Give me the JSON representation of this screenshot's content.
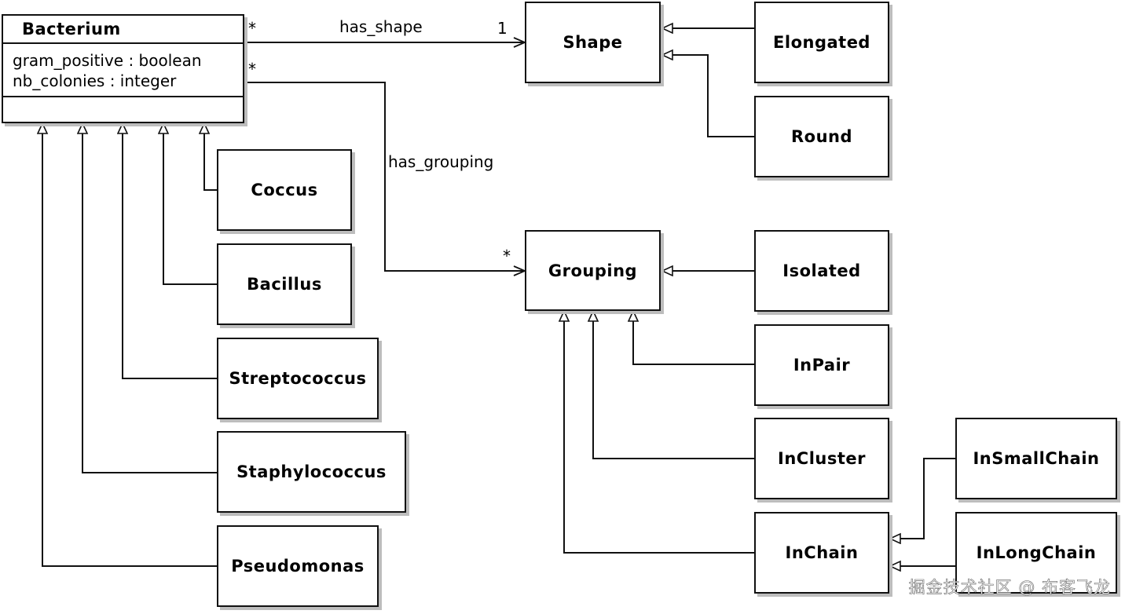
{
  "bacterium": {
    "name": "Bacterium",
    "attributes": [
      "gram_positive : boolean",
      "nb_colonies : integer"
    ]
  },
  "classes": {
    "shape": "Shape",
    "elongated": "Elongated",
    "round": "Round",
    "grouping": "Grouping",
    "isolated": "Isolated",
    "inpair": "InPair",
    "incluster": "InCluster",
    "inchain": "InChain",
    "insmallchain": "InSmallChain",
    "inlongchain": "InLongChain",
    "coccus": "Coccus",
    "bacillus": "Bacillus",
    "streptococcus": "Streptococcus",
    "staphylococcus": "Staphylococcus",
    "pseudomonas": "Pseudomonas"
  },
  "associations": {
    "has_shape": {
      "label": "has_shape",
      "source_mult": "*",
      "target_mult": "1"
    },
    "has_grouping": {
      "label": "has_grouping",
      "source_mult": "*",
      "target_mult": "*"
    }
  },
  "watermark": "掘金技术社区 @ 布客飞龙"
}
